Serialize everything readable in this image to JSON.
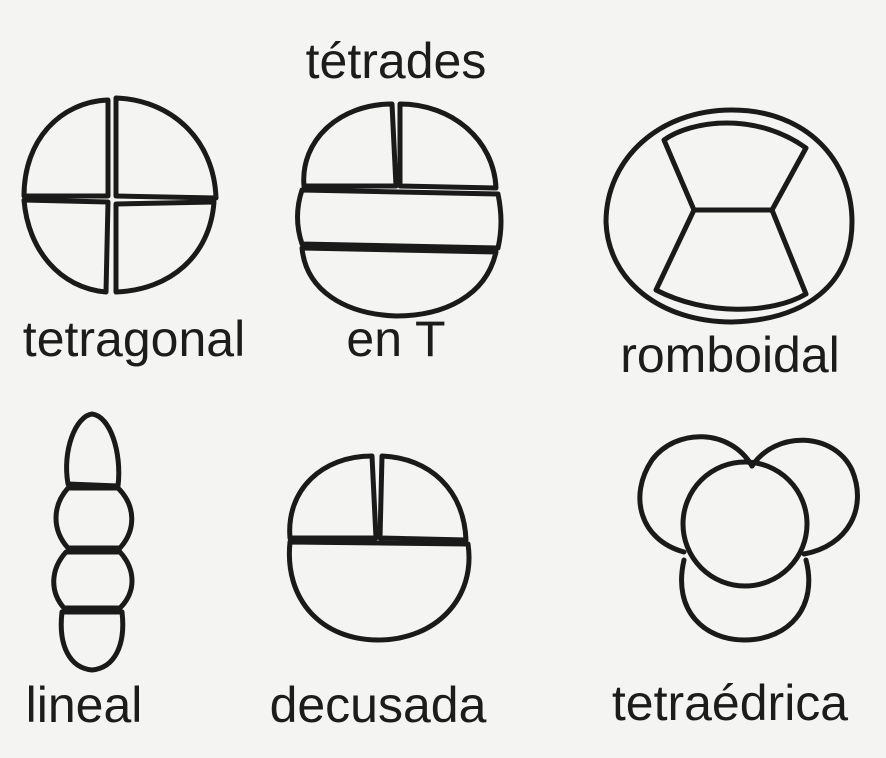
{
  "title": "tétrades",
  "tetrads": [
    {
      "id": "tetragonal",
      "label": "tetragonal"
    },
    {
      "id": "en-t",
      "label": "en T"
    },
    {
      "id": "romboidal",
      "label": "romboidal"
    },
    {
      "id": "lineal",
      "label": "lineal"
    },
    {
      "id": "decusada",
      "label": "decusada"
    },
    {
      "id": "tetraedrica",
      "label": "tetraédrica"
    }
  ],
  "colors": {
    "background": "#f4f4f2",
    "outline": "#1a1a1a",
    "text": "#1c1c1c"
  }
}
